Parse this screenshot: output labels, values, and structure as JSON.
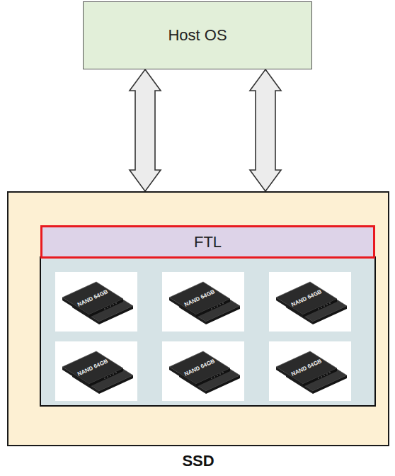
{
  "diagram": {
    "nodes": [
      {
        "text": [
          "Host OS"
        ]
      },
      {
        "text": [
          "SSD"
        ]
      },
      {
        "text": [
          "FTL"
        ],
        "in": 1
      }
    ],
    "edges": [
      {
        "from": 0,
        "to": 1,
        "arrow": "both"
      },
      {
        "from": 0,
        "to": 1,
        "arrow": "both"
      }
    ],
    "labels": [
      "NAND 64GB",
      "NAND 64GB",
      "NAND 64GB",
      "NAND 64GB",
      "NAND 64GB",
      "NAND 64GB"
    ]
  }
}
